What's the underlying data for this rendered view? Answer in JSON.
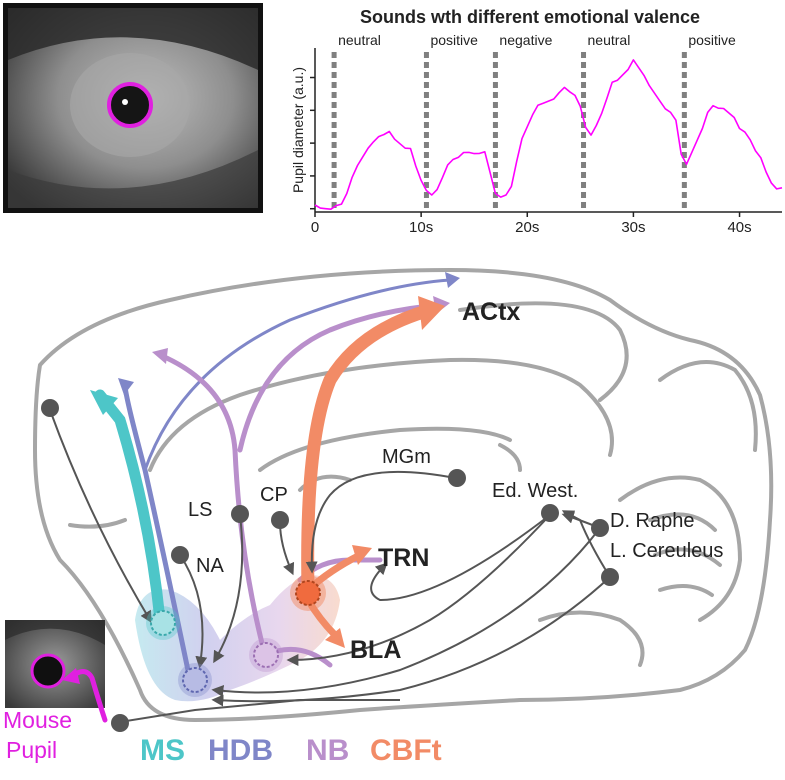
{
  "chart_data": {
    "type": "line",
    "title": "Sounds wth different emotional valence",
    "xlabel": "",
    "ylabel": "Pupil diameter (a.u.)",
    "xlim": [
      0,
      44
    ],
    "x_ticks": [
      0,
      10,
      20,
      30,
      40
    ],
    "x_tick_labels": [
      "0",
      "10s",
      "20s",
      "30s",
      "40s"
    ],
    "markers": [
      {
        "x": 1.8,
        "label": "neutral"
      },
      {
        "x": 10.5,
        "label": "positive"
      },
      {
        "x": 17.0,
        "label": "negative"
      },
      {
        "x": 25.3,
        "label": "neutral"
      },
      {
        "x": 34.8,
        "label": "positive"
      }
    ],
    "series": [
      {
        "color": "#ff00ff",
        "x": [
          0,
          0.5,
          1,
          1.5,
          2,
          2.5,
          3,
          3.5,
          4,
          4.5,
          5,
          5.5,
          6,
          6.5,
          7,
          7.5,
          8,
          8.5,
          9,
          9.5,
          10,
          10.5,
          11,
          11.5,
          12,
          12.5,
          13,
          13.5,
          14,
          14.5,
          15,
          15.5,
          16,
          16.5,
          17,
          17.5,
          18,
          18.5,
          19,
          19.5,
          20,
          20.5,
          21,
          21.5,
          22,
          22.5,
          23,
          23.5,
          24,
          24.5,
          25,
          25.5,
          26,
          26.5,
          27,
          27.5,
          28,
          28.5,
          29,
          29.5,
          30,
          30.5,
          31,
          31.5,
          32,
          32.5,
          33,
          33.5,
          34,
          34.5,
          35,
          35.5,
          36,
          36.5,
          37,
          37.5,
          38,
          38.5,
          39,
          39.5,
          40,
          40.5,
          41,
          41.5,
          42,
          42.5,
          43,
          43.5,
          44
        ],
        "y": [
          0.08,
          0.05,
          0.06,
          0.07,
          0.08,
          0.12,
          0.3,
          0.5,
          0.7,
          0.85,
          1.0,
          1.05,
          1.15,
          1.2,
          1.2,
          1.1,
          1.05,
          1.0,
          0.95,
          0.7,
          0.5,
          0.3,
          0.25,
          0.35,
          0.55,
          0.7,
          0.8,
          0.85,
          0.88,
          0.9,
          0.9,
          0.92,
          0.9,
          0.6,
          0.3,
          0.2,
          0.25,
          0.4,
          0.8,
          1.1,
          1.3,
          1.5,
          1.6,
          1.65,
          1.7,
          1.75,
          1.8,
          1.9,
          1.85,
          1.75,
          1.6,
          1.3,
          1.2,
          1.3,
          1.5,
          1.75,
          1.95,
          2.0,
          2.1,
          2.2,
          2.3,
          2.2,
          2.1,
          1.9,
          1.8,
          1.7,
          1.6,
          1.5,
          1.4,
          0.9,
          0.7,
          0.9,
          1.1,
          1.3,
          1.5,
          1.62,
          1.6,
          1.55,
          1.5,
          1.45,
          1.3,
          1.2,
          1.1,
          0.95,
          0.8,
          0.6,
          0.45,
          0.38,
          0.35
        ]
      }
    ]
  },
  "labels": {
    "actx": "ACtx",
    "trn": "TRN",
    "bla": "BLA",
    "mgm": "MGm",
    "ls": "LS",
    "cp": "CP",
    "na": "NA",
    "ed_west": "Ed. West.",
    "d_raphe": "D. Raphe",
    "l_cereuleus": "L. Cereuleus",
    "mouse": "Mouse",
    "pupil": "Pupil"
  },
  "legend": [
    {
      "label": "MS",
      "color": "#4dc6c8"
    },
    {
      "label": "HDB",
      "color": "#7f86c8"
    },
    {
      "label": "NB",
      "color": "#b98fcb"
    },
    {
      "label": "CBFt",
      "color": "#f28b66"
    }
  ],
  "colors": {
    "trace": "#ff00ff",
    "brain_outline": "#a6a6a6",
    "input_lines": "#555555",
    "pupil_ring": "#e020e0"
  }
}
